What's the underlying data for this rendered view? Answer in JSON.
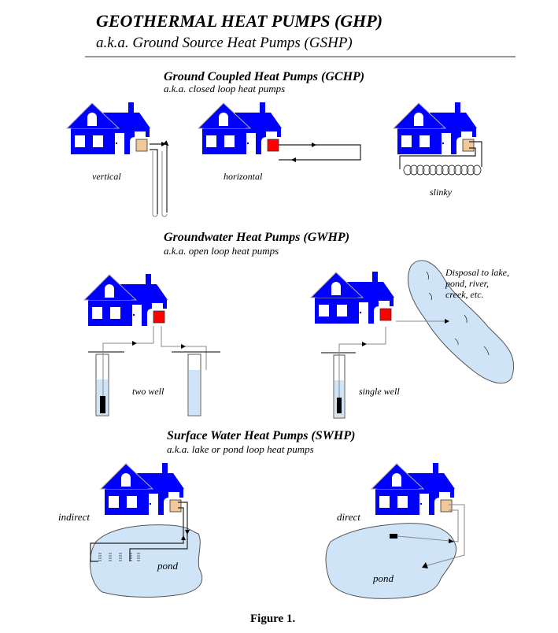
{
  "header": {
    "title": "GEOTHERMAL HEAT PUMPS (GHP)",
    "subtitle": "a.k.a. Ground Source Heat Pumps (GSHP)"
  },
  "sections": [
    {
      "title": "Ground Coupled Heat Pumps (GCHP)",
      "subtitle": "a.k.a. closed loop heat pumps",
      "labels": [
        "vertical",
        "horizontal",
        "slinky"
      ]
    },
    {
      "title": "Groundwater Heat Pumps (GWHP)",
      "subtitle": "a.k.a. open loop heat pumps",
      "labels": [
        "two well",
        "single well"
      ],
      "disposal_note": [
        "Disposal to lake,",
        "pond, river,",
        "creek, etc."
      ]
    },
    {
      "title": "Surface Water Heat Pumps (SWHP)",
      "subtitle": "a.k.a. lake or pond loop heat pumps",
      "labels": [
        "indirect",
        "direct",
        "pond",
        "pond"
      ]
    }
  ],
  "caption": "Figure 1.",
  "colors": {
    "house": "#0000ff",
    "unit_closed": "#f0c89a",
    "unit_open": "#ff0000",
    "water": "#cfe5f7"
  }
}
